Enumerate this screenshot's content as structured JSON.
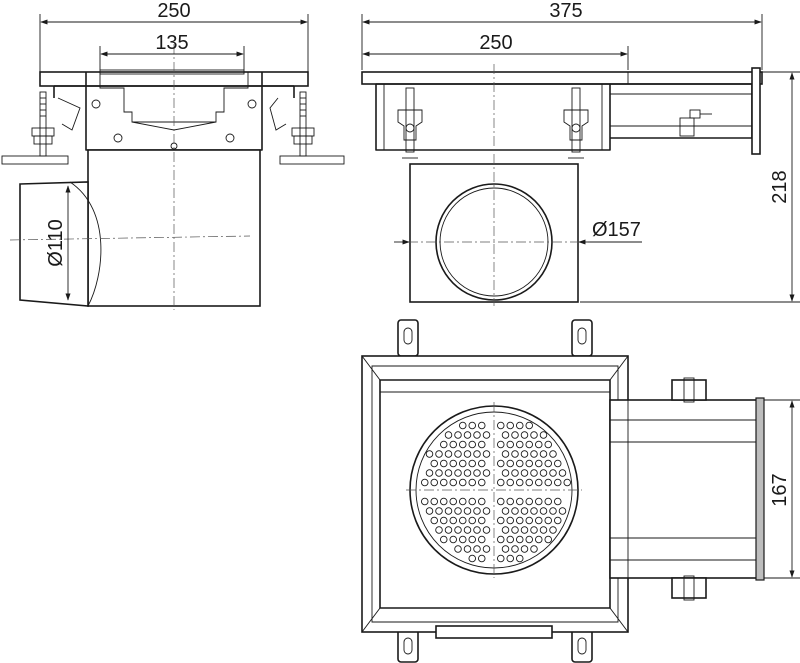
{
  "dimensions": {
    "front_width": "250",
    "front_inner_width": "135",
    "outlet_diameter": "Ø110",
    "side_total_length": "375",
    "side_body_width": "250",
    "side_height": "218",
    "side_hole_diameter": "Ø157",
    "plan_outlet_width": "167"
  },
  "colors": {
    "line": "#1a1a1a",
    "background": "#ffffff"
  }
}
